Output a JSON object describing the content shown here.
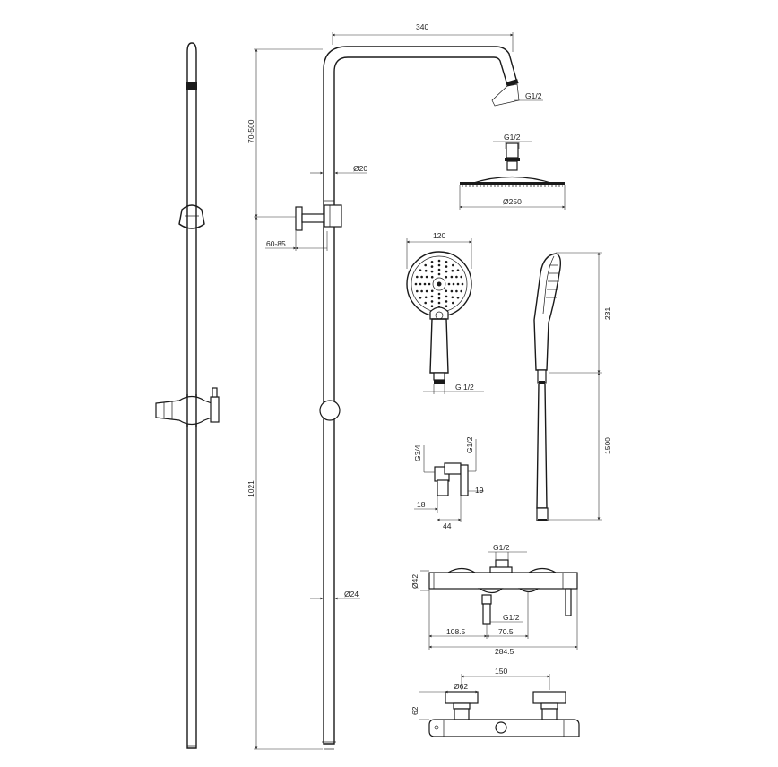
{
  "dimensions": {
    "head_arm_width": "340",
    "head_thread": "G1/2",
    "riser_tube_dia": "Ø20",
    "height_adjust": "70-500",
    "wall_projection": "60-85",
    "overall_height": "1021",
    "bottom_tube_dia": "Ø24",
    "overhead_connector_thread": "G1/2",
    "overhead_diameter": "Ø250",
    "handshower_width": "120",
    "handshower_thread": "G 1/2",
    "handshower_length": "231",
    "hose_length": "1500",
    "elbow_inlet": "G3/4",
    "elbow_outlet": "G1/2",
    "elbow_dim_18": "18",
    "elbow_dim_44": "44",
    "elbow_dim_19": "19",
    "mixer_diameter": "Ø42",
    "mixer_top_thread": "G1/2",
    "mixer_bottom_thread": "G1/2",
    "mixer_dim_108_5": "108.5",
    "mixer_dim_70_5": "70.5",
    "mixer_total_length": "284.5",
    "mixer_centres": "150",
    "mixer_knob_dia": "Ø62",
    "mixer_height": "62"
  }
}
